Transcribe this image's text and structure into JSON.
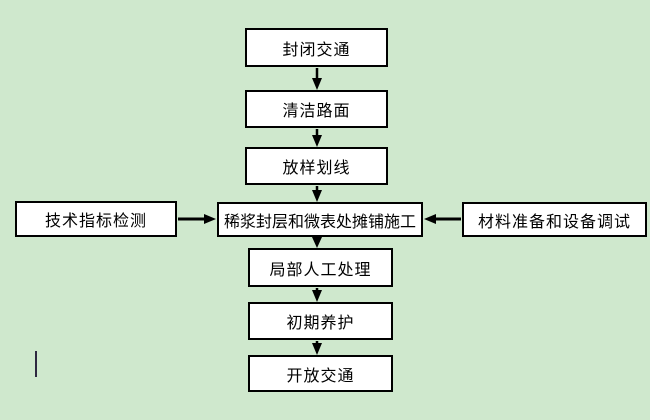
{
  "canvas": {
    "background_color": "#cfe8cd",
    "box_fill": "#ffffff",
    "box_border_color": "#000000",
    "arrow_color": "#000000",
    "text_color": "#000000"
  },
  "flow": {
    "type": "flowchart",
    "nodes": [
      {
        "id": "close-traffic",
        "label": "封闭交通"
      },
      {
        "id": "clean-pavement",
        "label": "清洁路面"
      },
      {
        "id": "setting-out-marking",
        "label": "放样划线"
      },
      {
        "id": "technical-index-inspection",
        "label": "技术指标检测"
      },
      {
        "id": "slurry-seal-micro-surfacing-paving",
        "label": "稀浆封层和微表处摊铺施工"
      },
      {
        "id": "material-preparation-equipment-debugging",
        "label": "材料准备和设备调试"
      },
      {
        "id": "local-manual-treatment",
        "label": "局部人工处理"
      },
      {
        "id": "initial-curing",
        "label": "初期养护"
      },
      {
        "id": "open-traffic",
        "label": "开放交通"
      }
    ],
    "edges": [
      {
        "from": "close-traffic",
        "to": "clean-pavement"
      },
      {
        "from": "clean-pavement",
        "to": "setting-out-marking"
      },
      {
        "from": "setting-out-marking",
        "to": "slurry-seal-micro-surfacing-paving"
      },
      {
        "from": "technical-index-inspection",
        "to": "slurry-seal-micro-surfacing-paving"
      },
      {
        "from": "material-preparation-equipment-debugging",
        "to": "slurry-seal-micro-surfacing-paving"
      },
      {
        "from": "slurry-seal-micro-surfacing-paving",
        "to": "local-manual-treatment"
      },
      {
        "from": "local-manual-treatment",
        "to": "initial-curing"
      },
      {
        "from": "initial-curing",
        "to": "open-traffic"
      }
    ]
  }
}
